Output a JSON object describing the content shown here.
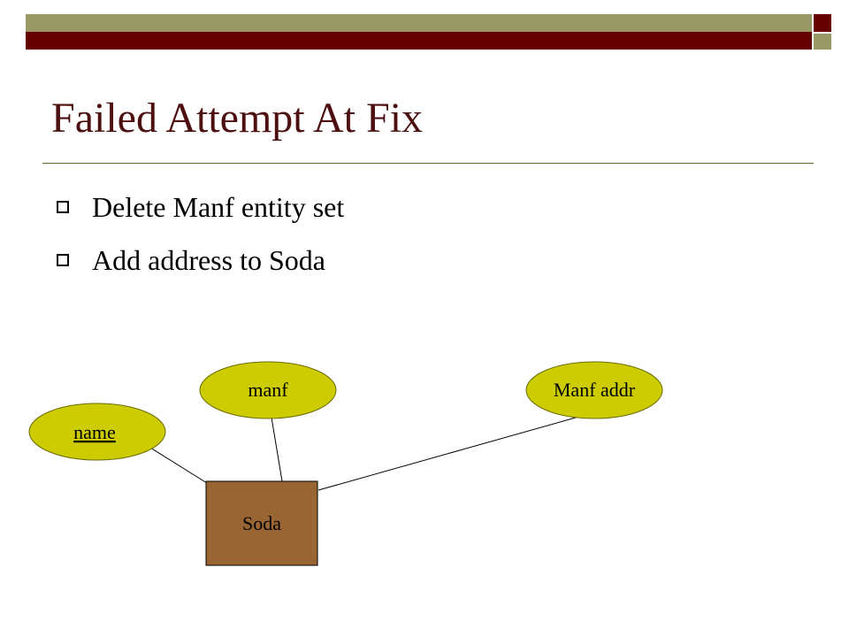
{
  "slide": {
    "title": "Failed Attempt At Fix",
    "bullets": [
      "Delete Manf entity set",
      "Add address to Soda"
    ]
  },
  "diagram": {
    "entity": {
      "label": "Soda"
    },
    "attributes": [
      {
        "id": "name",
        "label": "name",
        "is_key": true
      },
      {
        "id": "manf",
        "label": "manf",
        "is_key": false
      },
      {
        "id": "manf_addr",
        "label": "Manf addr",
        "is_key": false
      }
    ]
  },
  "colors": {
    "olive_bar": "#999966",
    "maroon_bar": "#660000",
    "title": "#4d0f0f",
    "attribute_fill": "#cccc00",
    "entity_fill": "#996633"
  }
}
